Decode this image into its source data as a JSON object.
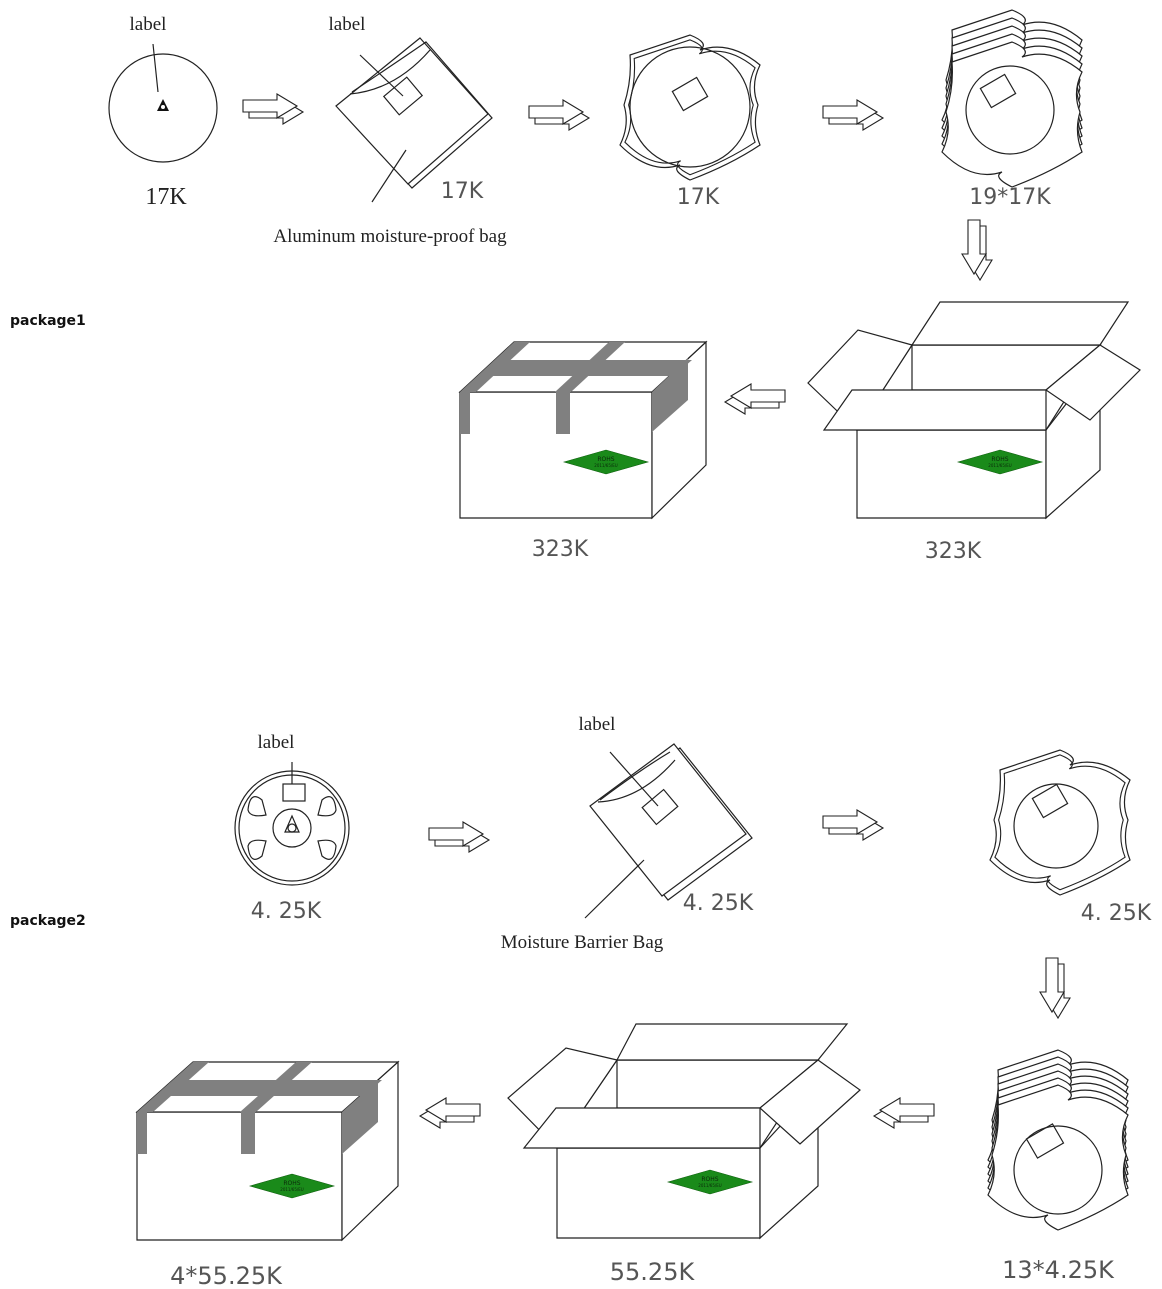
{
  "package1": {
    "section_label": "package1",
    "reel_label": "label",
    "bag_label": "label",
    "bag_name": "Aluminum moisture-proof bag",
    "q_reel": "17K",
    "q_bag": "17K",
    "q_sealed": "17K",
    "q_stack": "19*17K",
    "q_open_box": "323K",
    "q_closed_box": "323K",
    "rohs_text": "ROHS",
    "rohs_sub": "2011/65/EU"
  },
  "package2": {
    "section_label": "package2",
    "reel_label": "label",
    "bag_label": "label",
    "bag_name": "Moisture Barrier Bag",
    "q_reel": "4. 25K",
    "q_bag": "4. 25K",
    "q_sealed": "4. 25K",
    "q_stack": "13*4.25K",
    "q_open_box": "55.25K",
    "q_closed_box": "4*55.25K",
    "rohs_text": "ROHS",
    "rohs_sub": "2011/65/EU"
  }
}
